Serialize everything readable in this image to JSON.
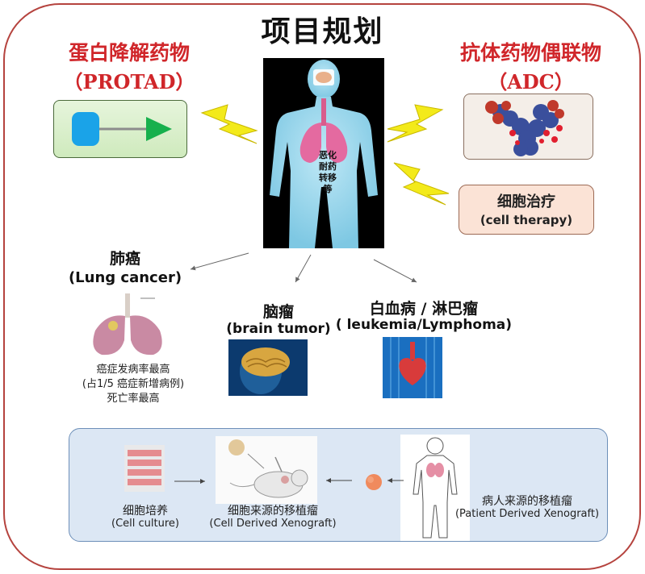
{
  "title": "项目规划",
  "protad": {
    "name": "蛋白降解药物",
    "abbr": "（PROTAD）"
  },
  "adc": {
    "name": "抗体药物偶联物",
    "abbr": "（ADC）"
  },
  "cell_therapy": {
    "zh": "细胞治疗",
    "en": "(cell therapy)"
  },
  "body_text": [
    "恶化",
    "耐药",
    "转移",
    "等"
  ],
  "cancers": {
    "lung": {
      "zh": "肺癌",
      "en": "(Lung cancer)",
      "desc": [
        "癌症发病率最高",
        "(占1/5 癌症新增病例)",
        "死亡率最高"
      ]
    },
    "brain": {
      "zh": "脑瘤",
      "en": "(brain tumor)"
    },
    "leukemia": {
      "zh": "白血病 / 淋巴瘤",
      "en": "( leukemia/Lymphoma)"
    }
  },
  "models": {
    "cell_culture": {
      "zh": "细胞培养",
      "en": "(Cell culture)"
    },
    "cdx": {
      "zh": "细胞来源的移植瘤",
      "en": "(Cell Derived Xenograft)"
    },
    "pdx": {
      "zh": "病人来源的移植瘤",
      "en": "(Patient Derived Xenograft)"
    }
  }
}
